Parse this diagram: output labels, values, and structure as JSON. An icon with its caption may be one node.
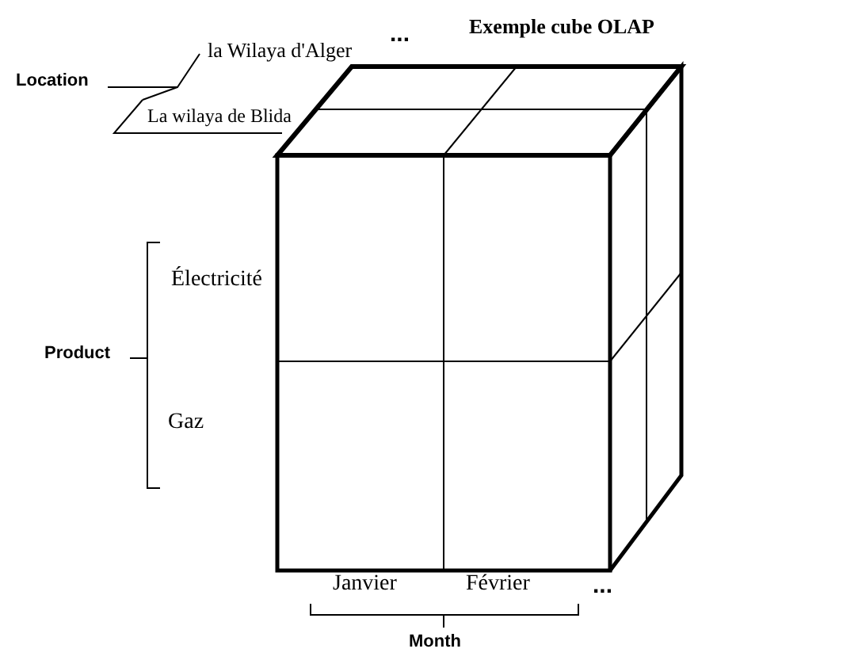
{
  "diagram": {
    "title": "Exemple cube OLAP",
    "labels": [
      "...",
      "Location",
      "la Wilaya d'Alger",
      "La wilaya de Blida",
      "Électricité",
      "Product",
      "Gaz",
      "Janvier",
      "Février",
      "...",
      "Month"
    ]
  }
}
